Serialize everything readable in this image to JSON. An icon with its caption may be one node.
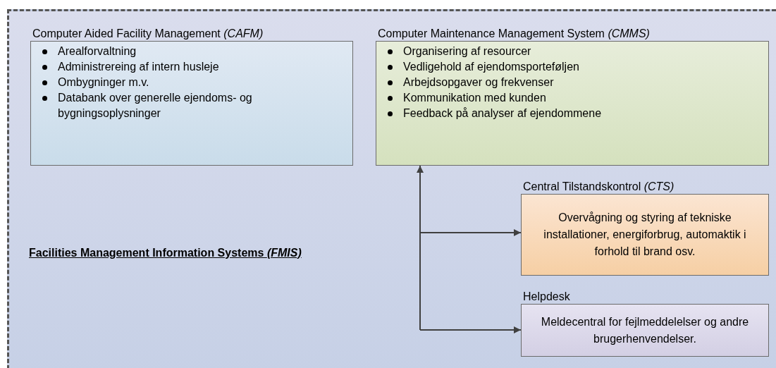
{
  "diagram": {
    "nodes": [
      {
        "text": [
          "Facilities Management Information Systems *(FMIS)*"
        ]
      },
      {
        "text": [
          "Computer Aided Facility Management *(CAFM)*",
          "Arealforvaltning",
          "Administrereing af intern husleje",
          "Ombygninger m.v.",
          "Databank over generelle ejendoms- og bygningsoplysninger"
        ],
        "in": 0
      },
      {
        "text": [
          "Computer Maintenance Management System *(CMMS)*",
          "Organisering af resourcer",
          "Vedligehold af ejendomsporteføljen",
          "Arbejdsopgaver og frekvenser",
          "Kommunikation med kunden",
          "Feedback på analyser af ejendommene"
        ],
        "in": 0
      },
      {
        "text": [
          "Central Tilstandskontrol *(CTS)*",
          "Overvågning og styring af tekniske installationer, energiforbrug, automaktik i forhold til brand osv."
        ],
        "in": 0
      },
      {
        "text": [
          "Helpdesk",
          "Meldecentral for fejlmeddelelser og andre brugerhenvendelser."
        ],
        "in": 0
      }
    ],
    "edges": [
      {
        "from": null,
        "to": 2,
        "arrow": "to"
      },
      {
        "from": null,
        "to": 3,
        "arrow": "to"
      },
      {
        "from": null,
        "to": 4,
        "arrow": "to"
      }
    ]
  }
}
